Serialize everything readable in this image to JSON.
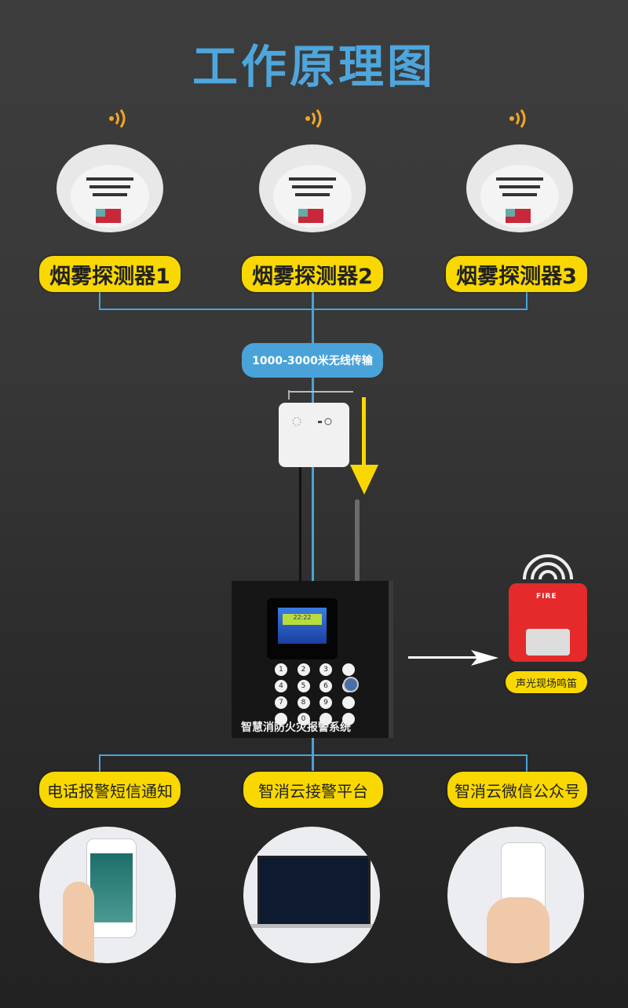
{
  "title": "工作原理图",
  "detectors": [
    {
      "label": "烟雾探测器1",
      "icon": "wifi-signal-icon"
    },
    {
      "label": "烟雾探测器2",
      "icon": "wifi-signal-icon"
    },
    {
      "label": "烟雾探测器3",
      "icon": "wifi-signal-icon"
    }
  ],
  "transmission": {
    "label": "1000-3000米无线传输"
  },
  "panel": {
    "brand_text": "智慧消防火灾报警系统",
    "screen_time": "22:22",
    "keypad": [
      "1",
      "2",
      "3",
      "",
      "4",
      "5",
      "6",
      "",
      "7",
      "8",
      "9",
      "",
      "",
      "0",
      "",
      ""
    ]
  },
  "siren": {
    "label": "声光现场鸣笛",
    "badge": "FIRE"
  },
  "outputs": [
    {
      "label": "电话报警短信通知",
      "device": "phone-call"
    },
    {
      "label": "智消云接警平台",
      "device": "laptop-dashboard"
    },
    {
      "label": "智消云微信公众号",
      "device": "phone-wechat"
    }
  ],
  "colors": {
    "accent_blue": "#4aa3d8",
    "label_yellow": "#f8d800",
    "arrow_yellow": "#f8d800",
    "wifi_orange": "#f5a623",
    "siren_red": "#e42a2a"
  }
}
